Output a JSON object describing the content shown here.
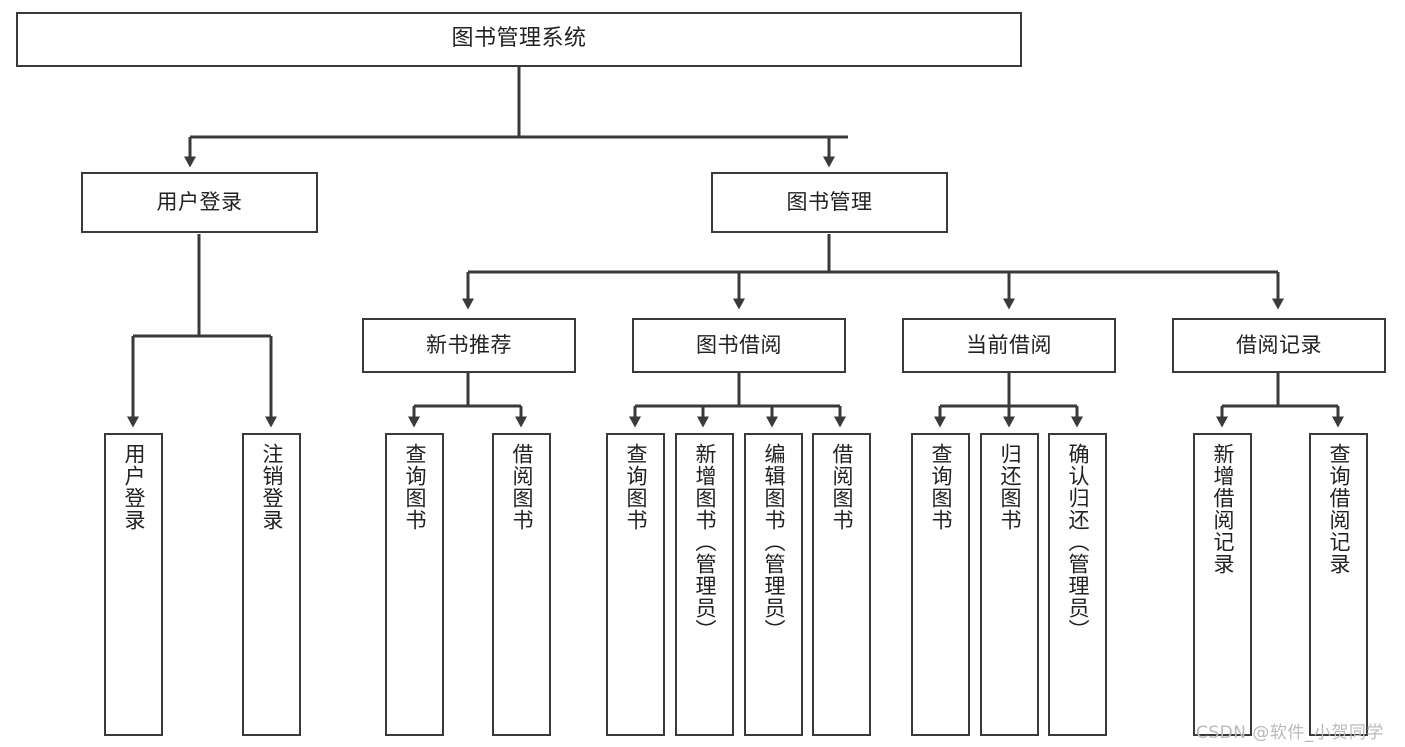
{
  "diagram": {
    "title": "图书管理系统",
    "type": "tree",
    "orientation": "top-down",
    "line_color": "#3a3a3a",
    "box_fill": "#ffffff",
    "text_color": "#222222"
  },
  "nodes": {
    "root": {
      "label": "图书管理系统"
    },
    "level1": [
      {
        "label": "用户登录"
      },
      {
        "label": "图书管理"
      }
    ],
    "level2": [
      {
        "label": "新书推荐"
      },
      {
        "label": "图书借阅"
      },
      {
        "label": "当前借阅"
      },
      {
        "label": "借阅记录"
      }
    ],
    "leaves": {
      "user_login": [
        {
          "label": "用户登录"
        },
        {
          "label": "注销登录"
        }
      ],
      "new_book": [
        {
          "label": "查询图书"
        },
        {
          "label": "借阅图书"
        }
      ],
      "book_borrow": [
        {
          "label": "查询图书"
        },
        {
          "label": "新增图书（管理员）"
        },
        {
          "label": "编辑图书（管理员）"
        },
        {
          "label": "借阅图书"
        }
      ],
      "current_borrow": [
        {
          "label": "查询图书"
        },
        {
          "label": "归还图书"
        },
        {
          "label": "确认归还（管理员）"
        }
      ],
      "borrow_record": [
        {
          "label": "新增借阅记录"
        },
        {
          "label": "查询借阅记录"
        }
      ]
    }
  },
  "watermark": {
    "text": "CSDN @软件_小贺同学",
    "color": "#b9b9b9"
  }
}
